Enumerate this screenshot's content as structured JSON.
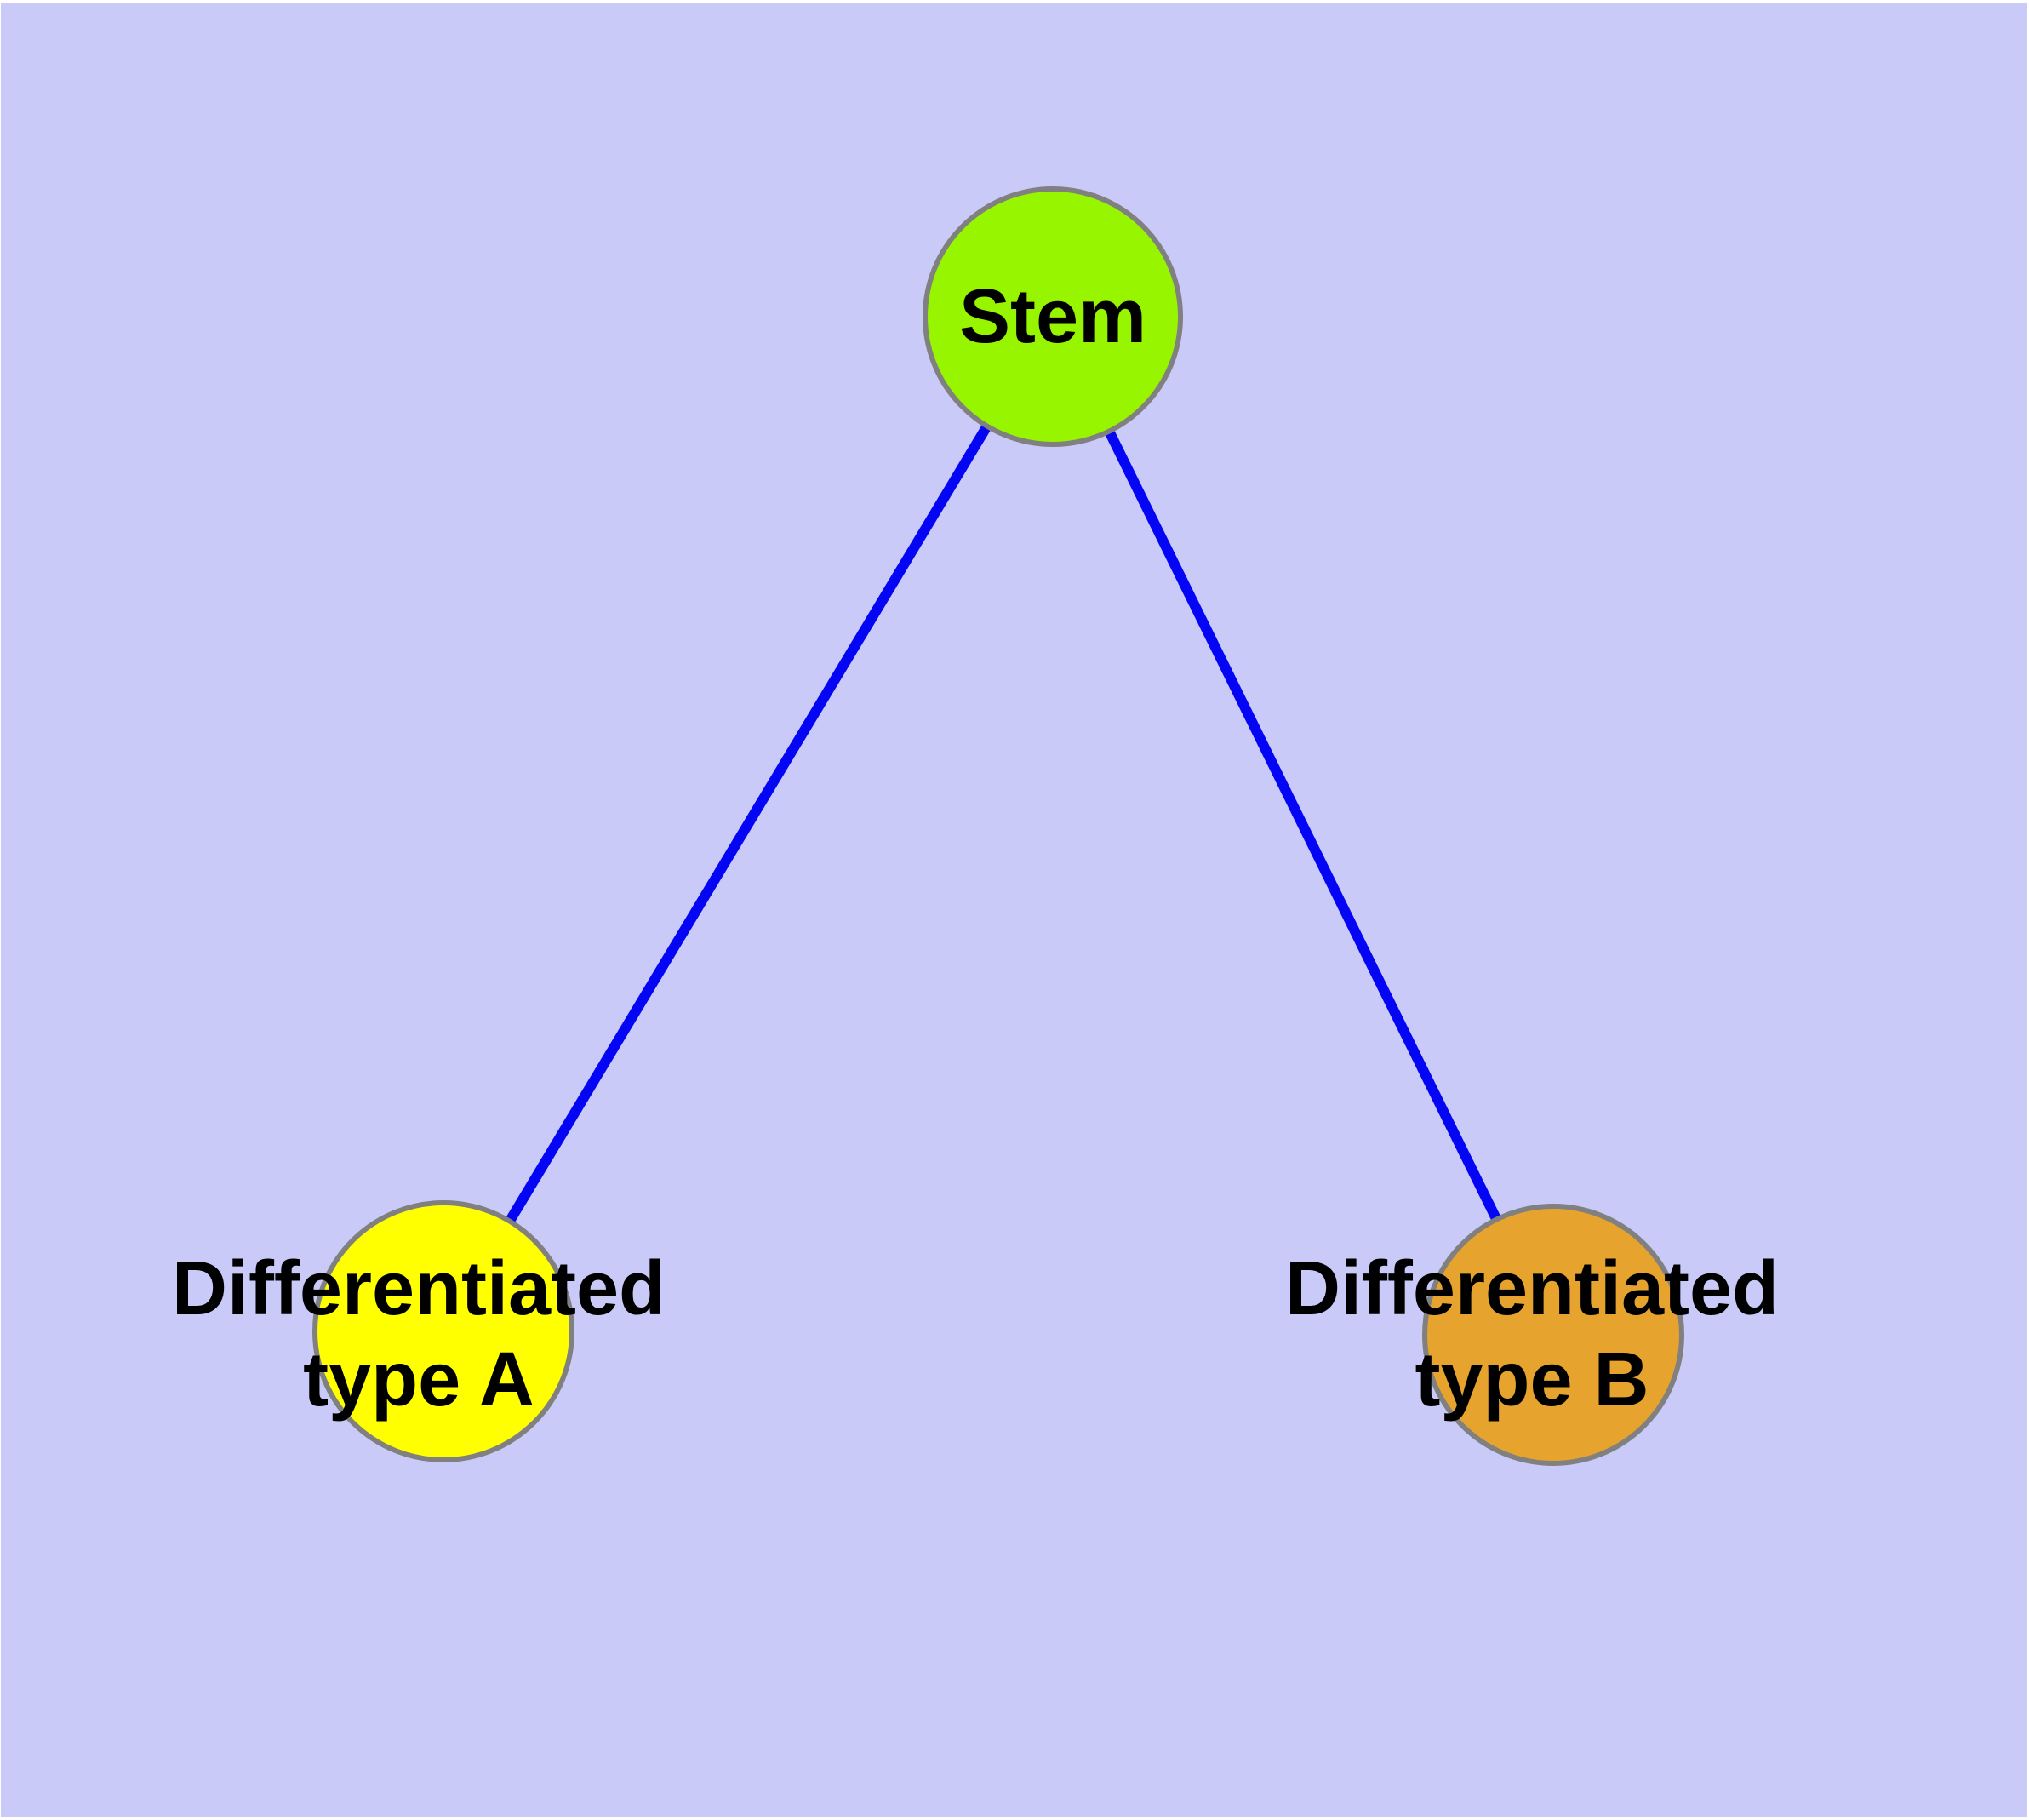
{
  "diagram": {
    "type": "graph",
    "description": "Stem cell differentiation diagram with one parent node and two differentiated child nodes",
    "colors": {
      "background": "#CACAF8",
      "frame": "#FFFFFF",
      "edge": "#0505F5",
      "node_border": "#808080",
      "label_text": "#000000"
    },
    "nodes": {
      "stem": {
        "label": "Stem",
        "fill": "#97F500"
      },
      "typeA": {
        "label_line1": "Differentiated",
        "label_line2": "type A",
        "fill": "#FFFF00"
      },
      "typeB": {
        "label_line1": "Differentiated",
        "label_line2": "type B",
        "fill": "#E6A32D"
      }
    },
    "edges": [
      {
        "from": "Stem",
        "to": "Differentiated type A"
      },
      {
        "from": "Stem",
        "to": "Differentiated type B"
      }
    ]
  }
}
